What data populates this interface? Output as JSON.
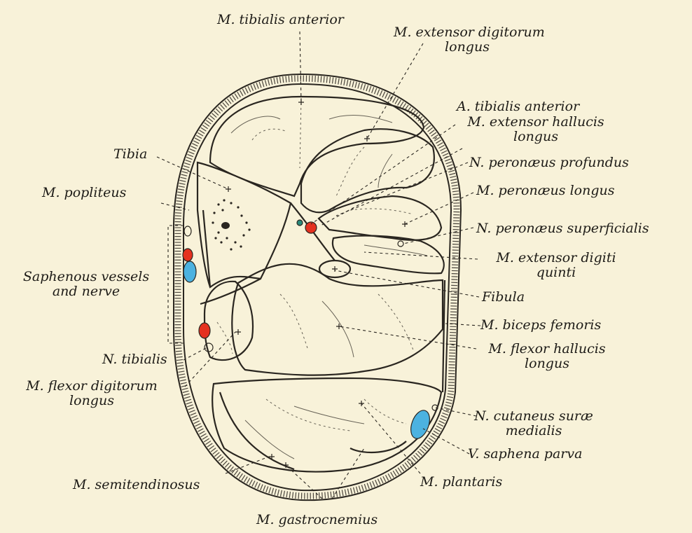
{
  "labels": {
    "tibialis_anterior": "M. tibialis anterior",
    "ext_dig_longus_1": "M. extensor digitorum",
    "ext_dig_longus_2": "longus",
    "a_tibialis_anterior": "A. tibialis anterior",
    "ext_hallucis_1": "M. extensor hallucis",
    "ext_hallucis_2": "longus",
    "tibia": "Tibia",
    "peroneus_profundus": "N. peronæus profundus",
    "popliteus": "M. popliteus",
    "peroneus_longus": "M. peronæus longus",
    "peroneus_superficialis": "N. peronæus superficialis",
    "saphenous_1": "Saphenous vessels",
    "saphenous_2": "and nerve",
    "ext_dig_quinti_1": "M. extensor digiti",
    "ext_dig_quinti_2": "quinti",
    "fibula": "Fibula",
    "biceps_femoris": "M. biceps femoris",
    "n_tibialis": "N. tibialis",
    "flexor_hallucis_1": "M. flexor hallucis",
    "flexor_hallucis_2": "longus",
    "flexor_dig_1": "M. flexor digitorum",
    "flexor_dig_2": "longus",
    "cutaneus_surae_1": "N. cutaneus suræ",
    "cutaneus_surae_2": "medialis",
    "v_saphena_parva": "V. saphena parva",
    "semitendinosus": "M. semitendinosus",
    "plantaris": "M. plantaris",
    "gastrocnemius": "M. gastrocnemius"
  },
  "colors": {
    "background": "#f8f2d9",
    "line": "#2a2620",
    "artery": "#e5311f",
    "vein": "#4cb2e0"
  }
}
